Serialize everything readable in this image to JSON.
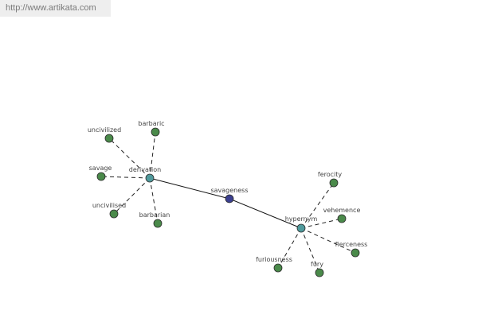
{
  "header": {
    "source_url": "http://www.artikata.com"
  },
  "colors": {
    "center": "#3b3f8f",
    "hub": "#4f9a9c",
    "leaf": "#4a8a4a",
    "solid_edge": "#111111",
    "dashed_edge": "#222222"
  },
  "graph": {
    "nodes": [
      {
        "id": "savageness",
        "label": "savageness",
        "kind": "center"
      },
      {
        "id": "derivation",
        "label": "derivation",
        "kind": "hub"
      },
      {
        "id": "hypernym",
        "label": "hypernym",
        "kind": "hub"
      },
      {
        "id": "uncivilized",
        "label": "uncivilized",
        "kind": "leaf"
      },
      {
        "id": "barbaric",
        "label": "barbaric",
        "kind": "leaf"
      },
      {
        "id": "savage",
        "label": "savage",
        "kind": "leaf"
      },
      {
        "id": "uncivilised",
        "label": "uncivilised",
        "kind": "leaf"
      },
      {
        "id": "barbarian",
        "label": "barbarian",
        "kind": "leaf"
      },
      {
        "id": "ferocity",
        "label": "ferocity",
        "kind": "leaf"
      },
      {
        "id": "vehemence",
        "label": "vehemence",
        "kind": "leaf"
      },
      {
        "id": "fierceness",
        "label": "fierceness",
        "kind": "leaf"
      },
      {
        "id": "furiousness",
        "label": "furiousness",
        "kind": "leaf"
      },
      {
        "id": "fury",
        "label": "fury",
        "kind": "leaf"
      }
    ],
    "edges": [
      {
        "from": "savageness",
        "to": "derivation",
        "style": "solid"
      },
      {
        "from": "savageness",
        "to": "hypernym",
        "style": "solid"
      },
      {
        "from": "derivation",
        "to": "uncivilized",
        "style": "dashed"
      },
      {
        "from": "derivation",
        "to": "barbaric",
        "style": "dashed"
      },
      {
        "from": "derivation",
        "to": "savage",
        "style": "dashed"
      },
      {
        "from": "derivation",
        "to": "uncivilised",
        "style": "dashed"
      },
      {
        "from": "derivation",
        "to": "barbarian",
        "style": "dashed"
      },
      {
        "from": "hypernym",
        "to": "ferocity",
        "style": "dashed"
      },
      {
        "from": "hypernym",
        "to": "vehemence",
        "style": "dashed"
      },
      {
        "from": "hypernym",
        "to": "fierceness",
        "style": "dashed"
      },
      {
        "from": "hypernym",
        "to": "furiousness",
        "style": "dashed"
      },
      {
        "from": "hypernym",
        "to": "fury",
        "style": "dashed"
      }
    ]
  }
}
